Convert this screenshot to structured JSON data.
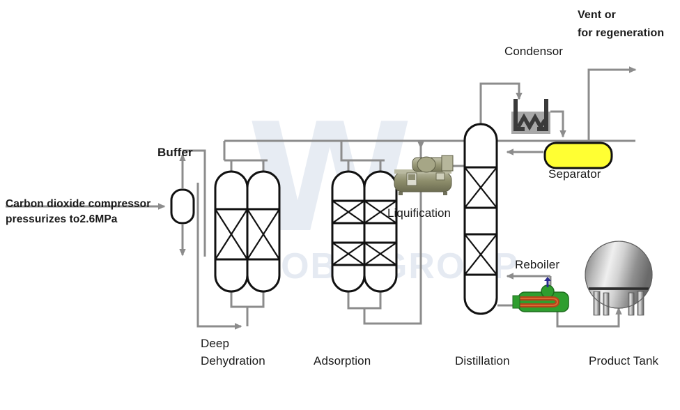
{
  "diagram": {
    "title": "Carbon dioxide purification process flow diagram",
    "colors": {
      "line": "#8c8c8c",
      "vessel_stroke": "#111111",
      "separator_fill": "#ffff33",
      "reboiler_fill": "#2f9e2f",
      "reboiler_coil": "#b5441a",
      "condensor_fill": "#a8a8a8",
      "condensor_coil": "#3a3a3a",
      "liquification_fill": "#8d8d6b",
      "tank_metal": "#9a9a9a",
      "text": "#1a1a1a",
      "watermark": "#ccd6e6"
    },
    "labels": {
      "feed_line1": "Carbon dioxide compressor",
      "feed_line2": "pressurizes to2.6MPa",
      "buffer": "Buffer",
      "deep_line1": "Deep",
      "deep_line2": "Dehydration",
      "adsorption": "Adsorption",
      "liquification": "Liquification",
      "distillation": "Distillation",
      "condensor": "Condensor",
      "separator": "Separator",
      "reboiler": "Reboiler",
      "product_tank": "Product Tank",
      "vent_line1": "Vent or",
      "vent_line2": "for regeneration"
    },
    "watermark": {
      "mark": "W",
      "text": "WOBO GROUP"
    },
    "equipment": [
      {
        "id": "buffer",
        "name": "Buffer",
        "type": "stadium-vessel",
        "count": 1
      },
      {
        "id": "dehydration",
        "name": "Deep Dehydration",
        "type": "packed-column",
        "count": 2,
        "beds": 1
      },
      {
        "id": "adsorption",
        "name": "Adsorption",
        "type": "packed-column",
        "count": 2,
        "beds": 2
      },
      {
        "id": "liquification",
        "name": "Liquification",
        "type": "compressor-skid",
        "count": 1
      },
      {
        "id": "distillation",
        "name": "Distillation",
        "type": "packed-column",
        "count": 1,
        "beds": 2
      },
      {
        "id": "condensor",
        "name": "Condensor",
        "type": "heat-exchanger",
        "count": 1
      },
      {
        "id": "separator",
        "name": "Separator",
        "type": "stadium-drum",
        "count": 1
      },
      {
        "id": "reboiler",
        "name": "Reboiler",
        "type": "kettle-reboiler",
        "count": 1
      },
      {
        "id": "product_tank",
        "name": "Product Tank",
        "type": "sphere-tank",
        "count": 1
      }
    ]
  }
}
